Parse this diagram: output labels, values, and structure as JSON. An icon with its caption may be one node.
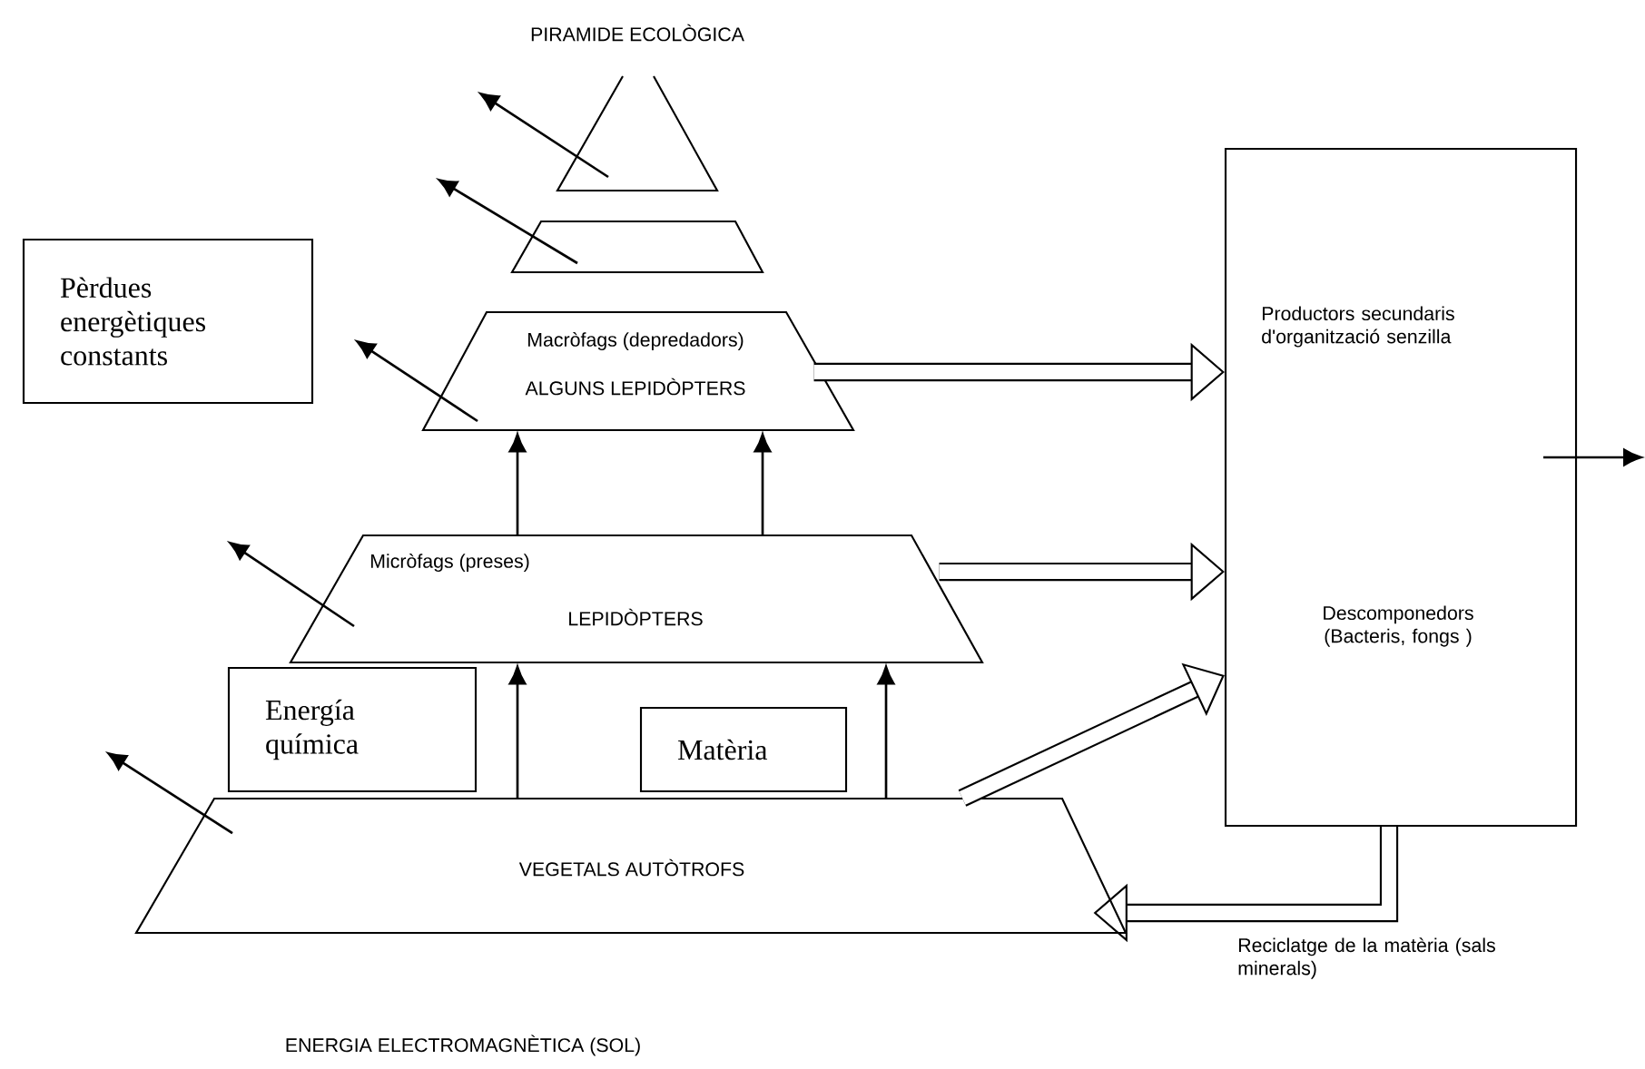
{
  "diagram": {
    "title": "PIRAMIDE ECOLÒGICA",
    "nodes": [
      {
        "text": [],
        "shape": "triangle"
      },
      {
        "text": [],
        "shape": "box"
      },
      {
        "text": [
          "Macròfags (depredadors)",
          "ALGUNS LEPIDÒPTERS"
        ]
      },
      {
        "text": [
          "Micròfags (preses)",
          "LEPIDÒPTERS"
        ]
      },
      {
        "text": [
          "VEGETALS AUTÒTROFS"
        ]
      },
      {
        "text": [
          "Productors secundaris d'organització senzilla",
          "Descomponedors (Bacteris, fongs )"
        ]
      },
      {
        "text": [
          "Pèrdues energètiques constants"
        ]
      },
      {
        "text": [
          "Energía química"
        ]
      },
      {
        "text": [
          "Matèria"
        ]
      }
    ],
    "edges": [
      {
        "from": 3,
        "to": 2,
        "arrow": "to"
      },
      {
        "from": 3,
        "to": 2,
        "arrow": "to"
      },
      {
        "from": 4,
        "to": 3,
        "arrow": "to"
      },
      {
        "from": 4,
        "to": 3,
        "arrow": "to"
      },
      {
        "from": 2,
        "to": 5,
        "arrow": "to",
        "style": "thick"
      },
      {
        "from": 3,
        "to": 5,
        "arrow": "to",
        "style": "thick"
      },
      {
        "from": 4,
        "to": 5,
        "arrow": "to",
        "style": "thick"
      },
      {
        "from": 5,
        "to": 4,
        "arrow": "to",
        "style": "thick",
        "label": "Reciclatge de la matèria (sals minerals)"
      },
      {
        "from": 0,
        "to": null,
        "arrow": "to"
      },
      {
        "from": 1,
        "to": null,
        "arrow": "to"
      },
      {
        "from": 2,
        "to": null,
        "arrow": "to"
      },
      {
        "from": 3,
        "to": null,
        "arrow": "to"
      },
      {
        "from": 4,
        "to": null,
        "arrow": "to"
      },
      {
        "from": 5,
        "to": null,
        "arrow": "to"
      }
    ],
    "labels": [
      "ENERGIA ELECTROMAGNÈTICA (SOL)"
    ]
  }
}
